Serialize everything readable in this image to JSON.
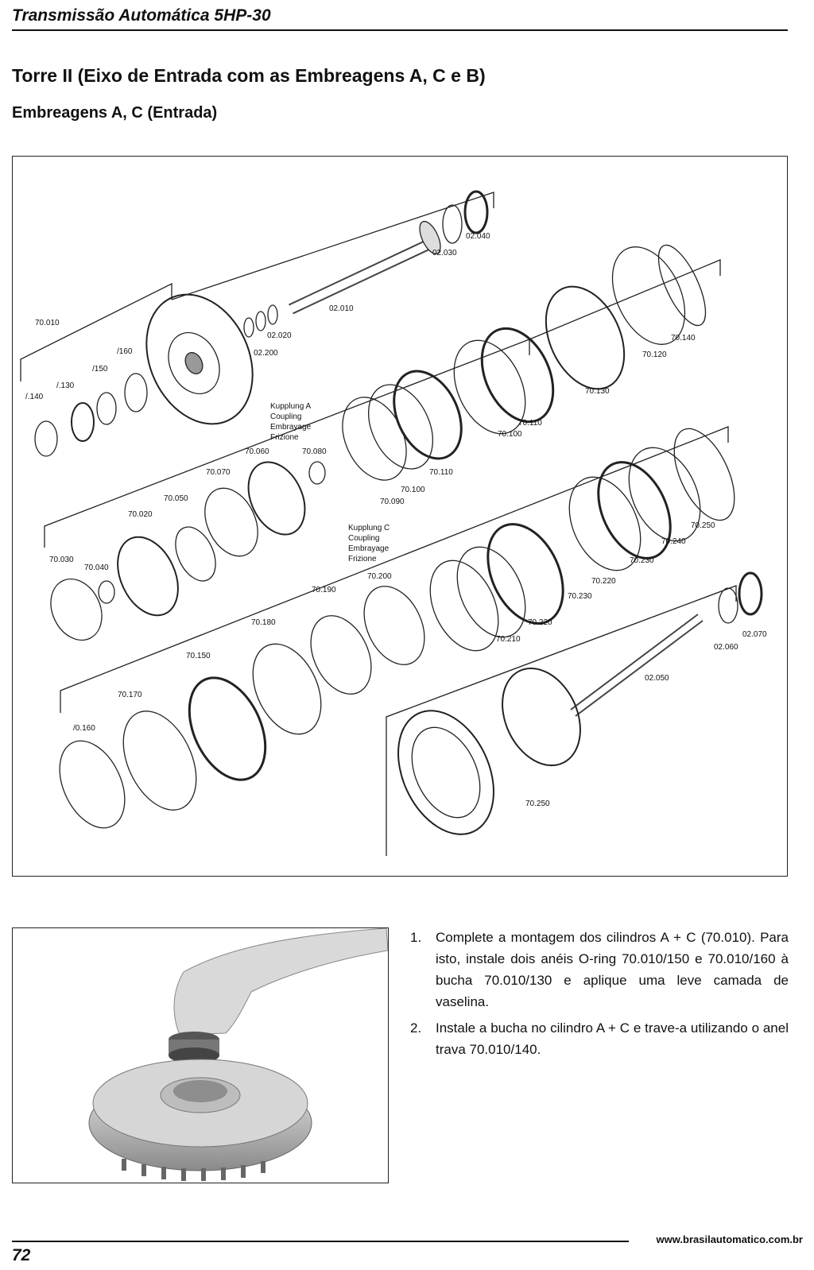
{
  "header": {
    "title": "Transmissão Automática 5HP-30"
  },
  "section": {
    "title": "Torre II (Eixo de Entrada com as Embreagens A, C e B)",
    "subtitle": "Embreagens A, C (Entrada)"
  },
  "diagram": {
    "labels": {
      "p02010": "02.010",
      "p02020": "02.020",
      "p02030": "02.030",
      "p02040": "02.040",
      "p02050": "02.050",
      "p02060": "02.060",
      "p02070": "02.070",
      "p02200": "02.200",
      "p70010": "70.010",
      "p130": "/.130",
      "p140": "/.140",
      "p150": "/150",
      "p160": "/160",
      "p70020": "70.020",
      "p70030": "70.030",
      "p70040": "70.040",
      "p70050": "70.050",
      "p70060": "70.060",
      "p70070": "70.070",
      "p70080": "70.080",
      "p70090": "70.090",
      "p70100a": "70.100",
      "p70100b": "70.100",
      "p70110a": "70.110",
      "p70110b": "70.110",
      "p70120": "70.120",
      "p70130": "70.130",
      "p70140": "70.140",
      "p70150": "70.150",
      "p70160": "/0.160",
      "p70170": "70.170",
      "p70180": "70.180",
      "p70190": "70.190",
      "p70200": "70.200",
      "p70210": "70.210",
      "p70220a": "70.220",
      "p70220b": "70.220",
      "p70230a": "70.230",
      "p70230b": "70.230",
      "p70240": "70.240",
      "p70250a": "70.250",
      "p70250b": "70.250"
    },
    "coupling_a": [
      "Kupplung A",
      "Coupling",
      "Embrayage",
      "Frizione"
    ],
    "coupling_c": [
      "Kupplung C",
      "Coupling",
      "Embrayage",
      "Frizione"
    ]
  },
  "instructions": [
    {
      "number": "1.",
      "text": "Complete a montagem dos cilindros A + C (70.010). Para isto, instale dois anéis O-ring 70.010/150 e 70.010/160 à bucha 70.010/130 e aplique uma leve camada de vaselina."
    },
    {
      "number": "2.",
      "text": "Instale a bucha no cilindro A + C e trave-a utilizando o anel trava 70.010/140."
    }
  ],
  "footer": {
    "url": "www.brasilautomatico.com.br",
    "page_number": "72"
  }
}
